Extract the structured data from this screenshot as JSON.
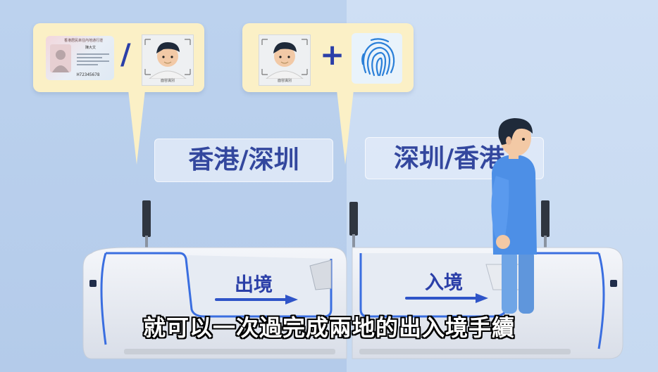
{
  "left_bubble": {
    "separator": "/",
    "id_card_header": "香港居民來往內地通行證",
    "id_card_name": "陳大文",
    "id_card_number": "H72345678",
    "face_caption": "面容識別"
  },
  "right_bubble": {
    "plus": "+",
    "face_caption": "面容識別"
  },
  "signs": {
    "left": "香港/深圳",
    "right": "深圳/香港"
  },
  "gates": {
    "left_label": "出境",
    "right_label": "入境"
  },
  "subtitle": "就可以一次過完成兩地的出入境手續",
  "colors": {
    "accent_blue": "#2b3fa8",
    "bubble_bg": "#fbf0c6",
    "arrow_blue": "#2f54c8",
    "sign_text": "#33479e"
  }
}
